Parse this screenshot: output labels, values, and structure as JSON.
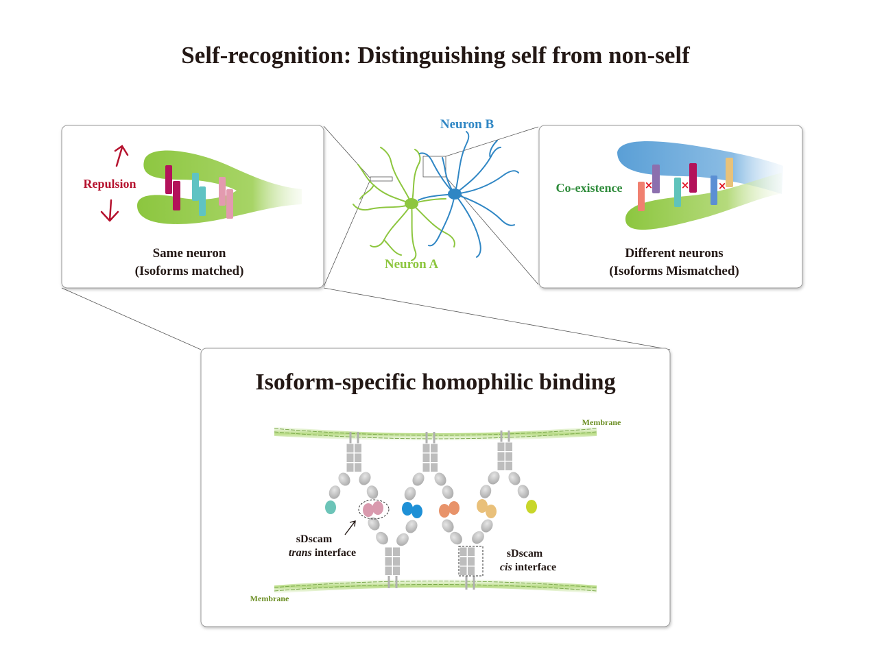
{
  "title": "Self-recognition: Distinguishing self from non-self",
  "neurons": {
    "a_label": "Neuron A",
    "b_label": "Neuron B"
  },
  "left_panel": {
    "effect_label": "Repulsion",
    "caption_line1": "Same neuron",
    "caption_line2": "(Isoforms matched)"
  },
  "right_panel": {
    "effect_label": "Co-existence",
    "caption_line1": "Different neurons",
    "caption_line2": "(Isoforms Mismatched)",
    "mismatch_mark": "×"
  },
  "bottom_panel": {
    "title": "Isoform-specific homophilic binding",
    "membrane_top": "Membrane",
    "membrane_bottom": "Membrane",
    "trans_line1": "sDscam",
    "trans_italic": "trans",
    "trans_rest": " interface",
    "cis_line1": "sDscam",
    "cis_italic": "cis",
    "cis_rest": " interface"
  },
  "colors": {
    "repulsion": "#b5122e",
    "coexistence": "#2e8b3a",
    "neuron_a": "#8dc63f",
    "neuron_b": "#2f86c4",
    "membrane_label": "#6b8e23"
  }
}
